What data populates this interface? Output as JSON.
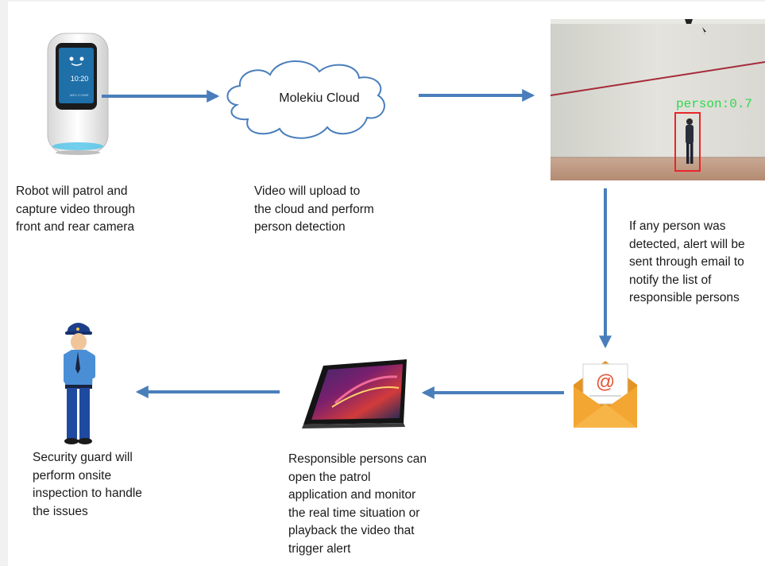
{
  "cloud": {
    "label": "Molekiu Cloud"
  },
  "detection": {
    "label": "person:0.7"
  },
  "robot": {
    "clock": "10:20",
    "screen_text": "WELCOME"
  },
  "captions": {
    "robot": "Robot will patrol and\ncapture video through\nfront and rear camera",
    "cloud": "Video will upload to\nthe cloud and perform\nperson detection",
    "alert": "If any person was\ndetected, alert will be\nsent through email to\nnotify the list of\nresponsible persons",
    "guard": "Security guard will\nperform onsite\ninspection to handle\nthe issues",
    "tablet": "Responsible persons can\nopen the patrol\napplication and monitor\nthe real time situation or\nplayback the video that\ntrigger alert"
  },
  "colors": {
    "arrow": "#4a7ebb",
    "envelope": "#f3a632",
    "detection_box": "#e8262a",
    "detection_text": "#2cd94b"
  }
}
